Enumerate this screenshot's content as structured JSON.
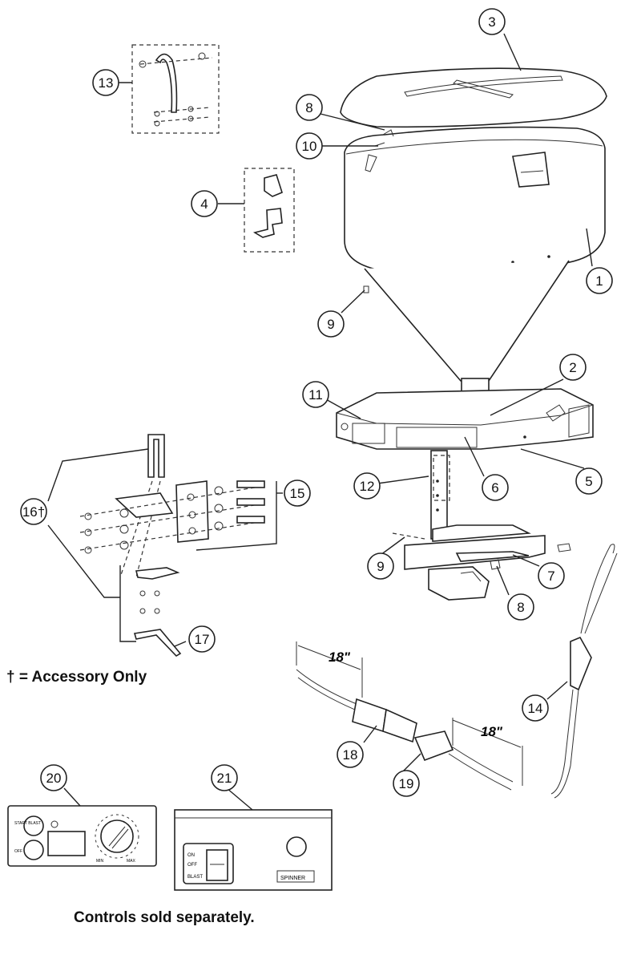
{
  "callouts": [
    {
      "id": "callout-1",
      "label": "1"
    },
    {
      "id": "callout-2",
      "label": "2"
    },
    {
      "id": "callout-3",
      "label": "3"
    },
    {
      "id": "callout-4",
      "label": "4"
    },
    {
      "id": "callout-5",
      "label": "5"
    },
    {
      "id": "callout-6",
      "label": "6"
    },
    {
      "id": "callout-7",
      "label": "7"
    },
    {
      "id": "callout-8a",
      "label": "8"
    },
    {
      "id": "callout-8b",
      "label": "8"
    },
    {
      "id": "callout-9a",
      "label": "9"
    },
    {
      "id": "callout-9b",
      "label": "9"
    },
    {
      "id": "callout-10",
      "label": "10"
    },
    {
      "id": "callout-11",
      "label": "11"
    },
    {
      "id": "callout-12",
      "label": "12"
    },
    {
      "id": "callout-13",
      "label": "13"
    },
    {
      "id": "callout-14",
      "label": "14"
    },
    {
      "id": "callout-15",
      "label": "15"
    },
    {
      "id": "callout-16",
      "label": "16†"
    },
    {
      "id": "callout-17",
      "label": "17"
    },
    {
      "id": "callout-18",
      "label": "18"
    },
    {
      "id": "callout-19",
      "label": "19"
    },
    {
      "id": "callout-20",
      "label": "20"
    },
    {
      "id": "callout-21",
      "label": "21"
    }
  ],
  "dimensions": {
    "harness_18": "18\"",
    "harness_19": "18\""
  },
  "accessory_note": "† = Accessory Only",
  "controls_note": "Controls sold separately.",
  "control_20": {
    "start_label": "START BLAST",
    "off_label": "OFF",
    "min_label": "MIN",
    "max_label": "MAX"
  },
  "control_21": {
    "on_label": "ON",
    "off_label": "OFF",
    "blast_label": "BLAST",
    "spinner_label": "SPINNER"
  }
}
